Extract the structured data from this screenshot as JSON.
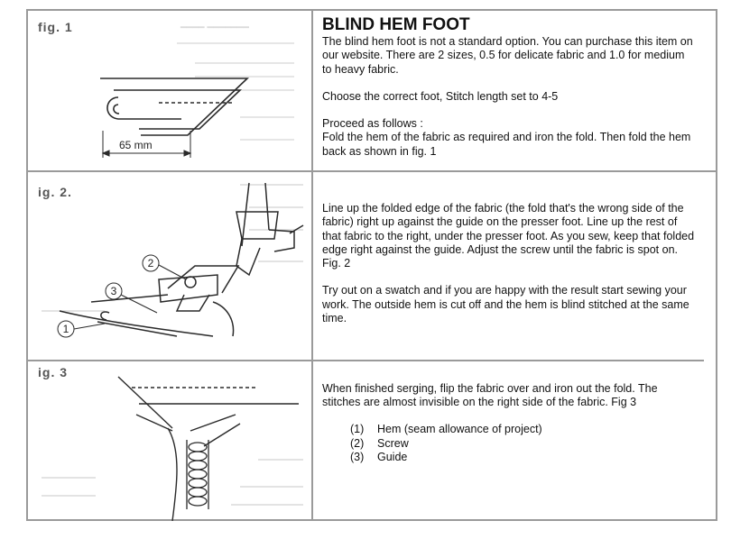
{
  "title": "BLIND HEM FOOT",
  "figures": [
    {
      "label": "fig. 1",
      "dimension": "65 mm"
    },
    {
      "label": "ig. 2.",
      "callouts": [
        "2",
        "3",
        "1"
      ]
    },
    {
      "label": "ig. 3"
    }
  ],
  "section1": {
    "intro": "The blind hem foot is not a standard option. You can purchase this item on our website. There are 2 sizes, 0.5 for delicate fabric and 1.0 for medium to heavy fabric.",
    "choose": "Choose the correct foot, Stitch length set to 4-5",
    "proceed": "Proceed as follows :",
    "fold": "Fold the hem of the fabric as required and iron the fold. Then fold the hem back as shown in  fig. 1"
  },
  "section2": {
    "line_up": "Line up the folded edge of the fabric (the fold that's the wrong side of the fabric) right up against the guide on the presser foot. Line up the rest of that fabric to the right, under the presser foot.  As you sew, keep that folded edge right against the guide. Adjust the screw until the fabric is spot on. Fig. 2",
    "try_out": "Try out on a swatch and if you are happy with the result start sewing your work. The outside hem is cut off and the hem is blind stitched at the same time."
  },
  "section3": {
    "finished": "When finished serging, flip the fabric over and iron out the fold. The stitches are almost invisible on the right side of the fabric. Fig 3",
    "legend": [
      {
        "num": "(1)",
        "text": "Hem (seam allowance of project)"
      },
      {
        "num": "(2)",
        "text": "Screw"
      },
      {
        "num": "(3)",
        "text": "Guide"
      }
    ]
  }
}
